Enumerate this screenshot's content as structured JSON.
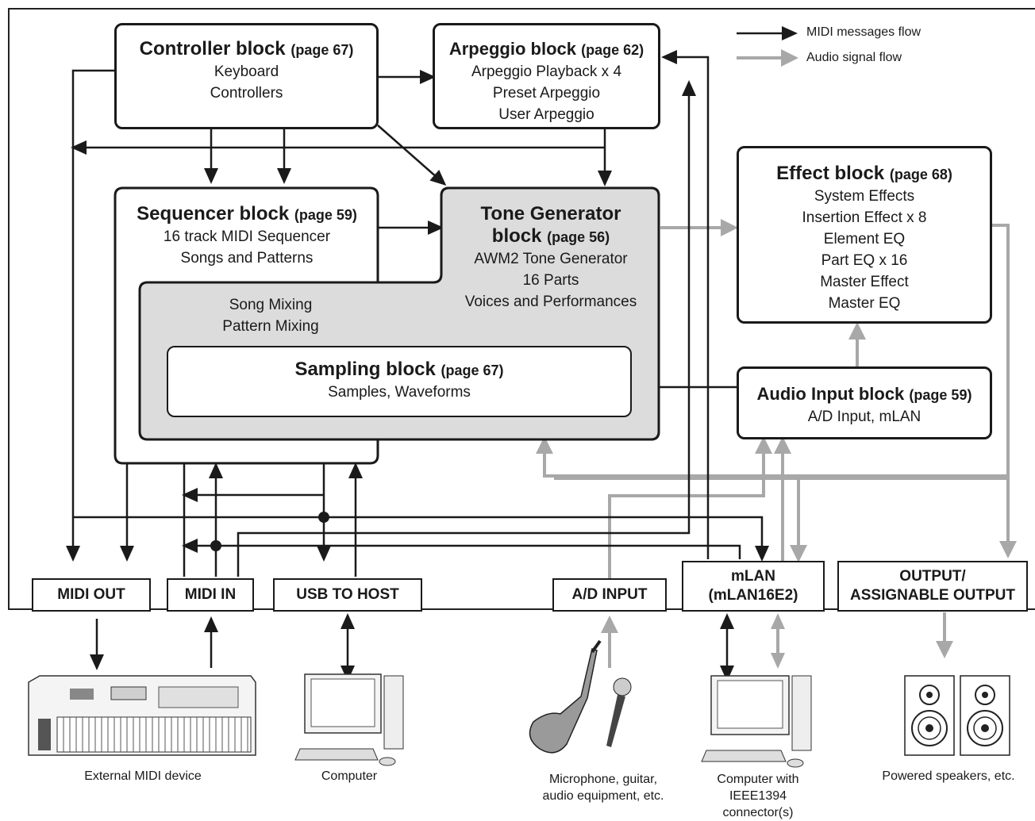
{
  "legend": {
    "midi": "MIDI messages flow",
    "audio": "Audio signal flow"
  },
  "colors": {
    "midi_line": "#1a1a1a",
    "audio_line": "#a8a8a8",
    "gray_fill": "#dcdcdc"
  },
  "blocks": {
    "controller": {
      "title": "Controller block",
      "page": "(page 67)",
      "lines": [
        "Keyboard",
        "Controllers"
      ]
    },
    "arpeggio": {
      "title": "Arpeggio block",
      "page": "(page 62)",
      "lines": [
        "Arpeggio Playback x 4",
        "Preset Arpeggio",
        "User Arpeggio"
      ]
    },
    "effect": {
      "title": "Effect block",
      "page": "(page 68)",
      "lines": [
        "System Effects",
        "Insertion Effect x 8",
        "Element EQ",
        "Part EQ x 16",
        "Master Effect",
        "Master EQ"
      ]
    },
    "sequencer": {
      "title": "Sequencer block",
      "page": "(page 59)",
      "lines": [
        "16 track MIDI Sequencer",
        "Songs and Patterns"
      ]
    },
    "tone": {
      "title1": "Tone Generator",
      "title2": "block",
      "page": "(page 56)",
      "lines": [
        "AWM2 Tone Generator",
        "16 Parts",
        "Voices and Performances"
      ]
    },
    "mixing": {
      "lines": [
        "Song Mixing",
        "Pattern Mixing"
      ]
    },
    "sampling": {
      "title": "Sampling block",
      "page": "(page 67)",
      "lines": [
        "Samples, Waveforms"
      ]
    },
    "audio_input": {
      "title": "Audio Input block",
      "page": "(page 59)",
      "lines": [
        "A/D Input, mLAN"
      ]
    }
  },
  "ports": {
    "midi_out": "MIDI OUT",
    "midi_in": "MIDI IN",
    "usb": "USB TO HOST",
    "ad_input": "A/D INPUT",
    "mlan_1": "mLAN",
    "mlan_2": "(mLAN16E2)",
    "output_1": "OUTPUT/",
    "output_2": "ASSIGNABLE OUTPUT"
  },
  "devices": {
    "external_midi": "External MIDI device",
    "computer": "Computer",
    "instruments_1": "Microphone, guitar,",
    "instruments_2": "audio equipment, etc.",
    "computer_ieee_1": "Computer with",
    "computer_ieee_2": "IEEE1394",
    "computer_ieee_3": "connector(s)",
    "speakers": "Powered speakers, etc."
  }
}
